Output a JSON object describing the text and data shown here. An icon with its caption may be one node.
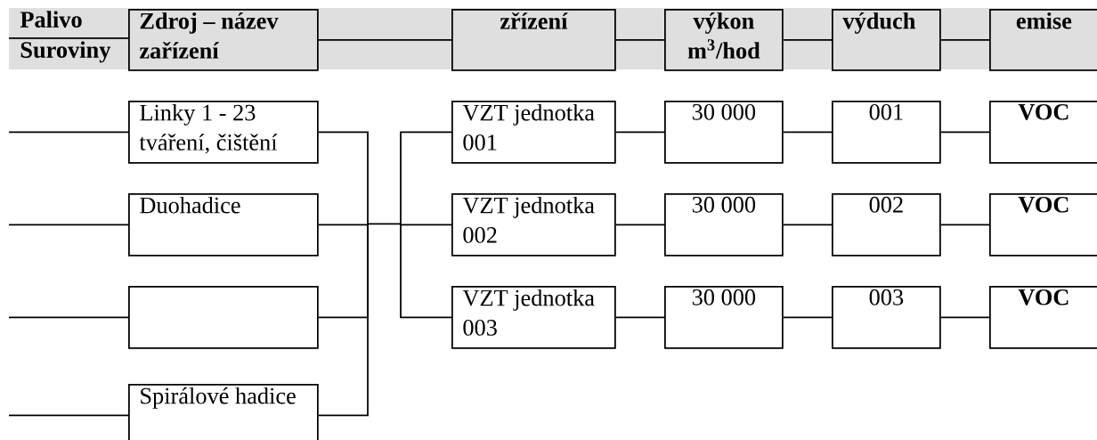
{
  "diagram": {
    "nodes": [
      {
        "text": [
          "Zdroj – název zařízení"
        ]
      },
      {
        "text": [
          "zřízení"
        ]
      },
      {
        "text": [
          "výkon m$^{3}$/hod"
        ]
      },
      {
        "text": [
          "výduch"
        ]
      },
      {
        "text": [
          "emise"
        ]
      },
      {
        "text": [
          "Linky 1 - 23 tváření, čištění"
        ]
      },
      {
        "text": [
          "Duohadice"
        ]
      },
      {
        "text": [],
        "shape": "box"
      },
      {
        "text": [
          "Spirálové hadice"
        ]
      },
      {
        "text": [
          "VZT jednotka 001"
        ]
      },
      {
        "text": [
          "30 000"
        ]
      },
      {
        "text": [
          "001"
        ]
      },
      {
        "text": [
          "VOC"
        ]
      },
      {
        "text": [
          "VZT jednotka 002"
        ]
      },
      {
        "text": [
          "30 000"
        ]
      },
      {
        "text": [
          "002"
        ]
      },
      {
        "text": [
          "VOC"
        ]
      },
      {
        "text": [
          "VZT jednotka 003"
        ]
      },
      {
        "text": [
          "30 000"
        ]
      },
      {
        "text": [
          "003"
        ]
      },
      {
        "text": [
          "VOC"
        ]
      }
    ],
    "edges": [
      {
        "from": 0,
        "to": 1,
        "arrow": "none"
      },
      {
        "from": 1,
        "to": 2,
        "arrow": "none"
      },
      {
        "from": 2,
        "to": 3,
        "arrow": "none"
      },
      {
        "from": 3,
        "to": 4,
        "arrow": "none"
      },
      {
        "from": null,
        "to": 5,
        "arrow": "none"
      },
      {
        "from": null,
        "to": 6,
        "arrow": "none"
      },
      {
        "from": null,
        "to": 7,
        "arrow": "none"
      },
      {
        "from": null,
        "to": 8,
        "arrow": "none"
      },
      {
        "from": 5,
        "to": 9,
        "arrow": "none"
      },
      {
        "from": 5,
        "to": 13,
        "arrow": "none"
      },
      {
        "from": 5,
        "to": 17,
        "arrow": "none"
      },
      {
        "from": 6,
        "to": 9,
        "arrow": "none"
      },
      {
        "from": 6,
        "to": 13,
        "arrow": "none"
      },
      {
        "from": 6,
        "to": 17,
        "arrow": "none"
      },
      {
        "from": 7,
        "to": 9,
        "arrow": "none"
      },
      {
        "from": 7,
        "to": 13,
        "arrow": "none"
      },
      {
        "from": 7,
        "to": 17,
        "arrow": "none"
      },
      {
        "from": 8,
        "to": 9,
        "arrow": "none"
      },
      {
        "from": 8,
        "to": 13,
        "arrow": "none"
      },
      {
        "from": 8,
        "to": 17,
        "arrow": "none"
      },
      {
        "from": 9,
        "to": 10,
        "arrow": "none"
      },
      {
        "from": 10,
        "to": 11,
        "arrow": "none"
      },
      {
        "from": 11,
        "to": 12,
        "arrow": "none"
      },
      {
        "from": 13,
        "to": 14,
        "arrow": "none"
      },
      {
        "from": 14,
        "to": 15,
        "arrow": "none"
      },
      {
        "from": 15,
        "to": 16,
        "arrow": "none"
      },
      {
        "from": 17,
        "to": 18,
        "arrow": "none"
      },
      {
        "from": 18,
        "to": 19,
        "arrow": "none"
      },
      {
        "from": 19,
        "to": 20,
        "arrow": "none"
      }
    ],
    "labels": [
      "Palivo",
      "Suroviny"
    ]
  }
}
